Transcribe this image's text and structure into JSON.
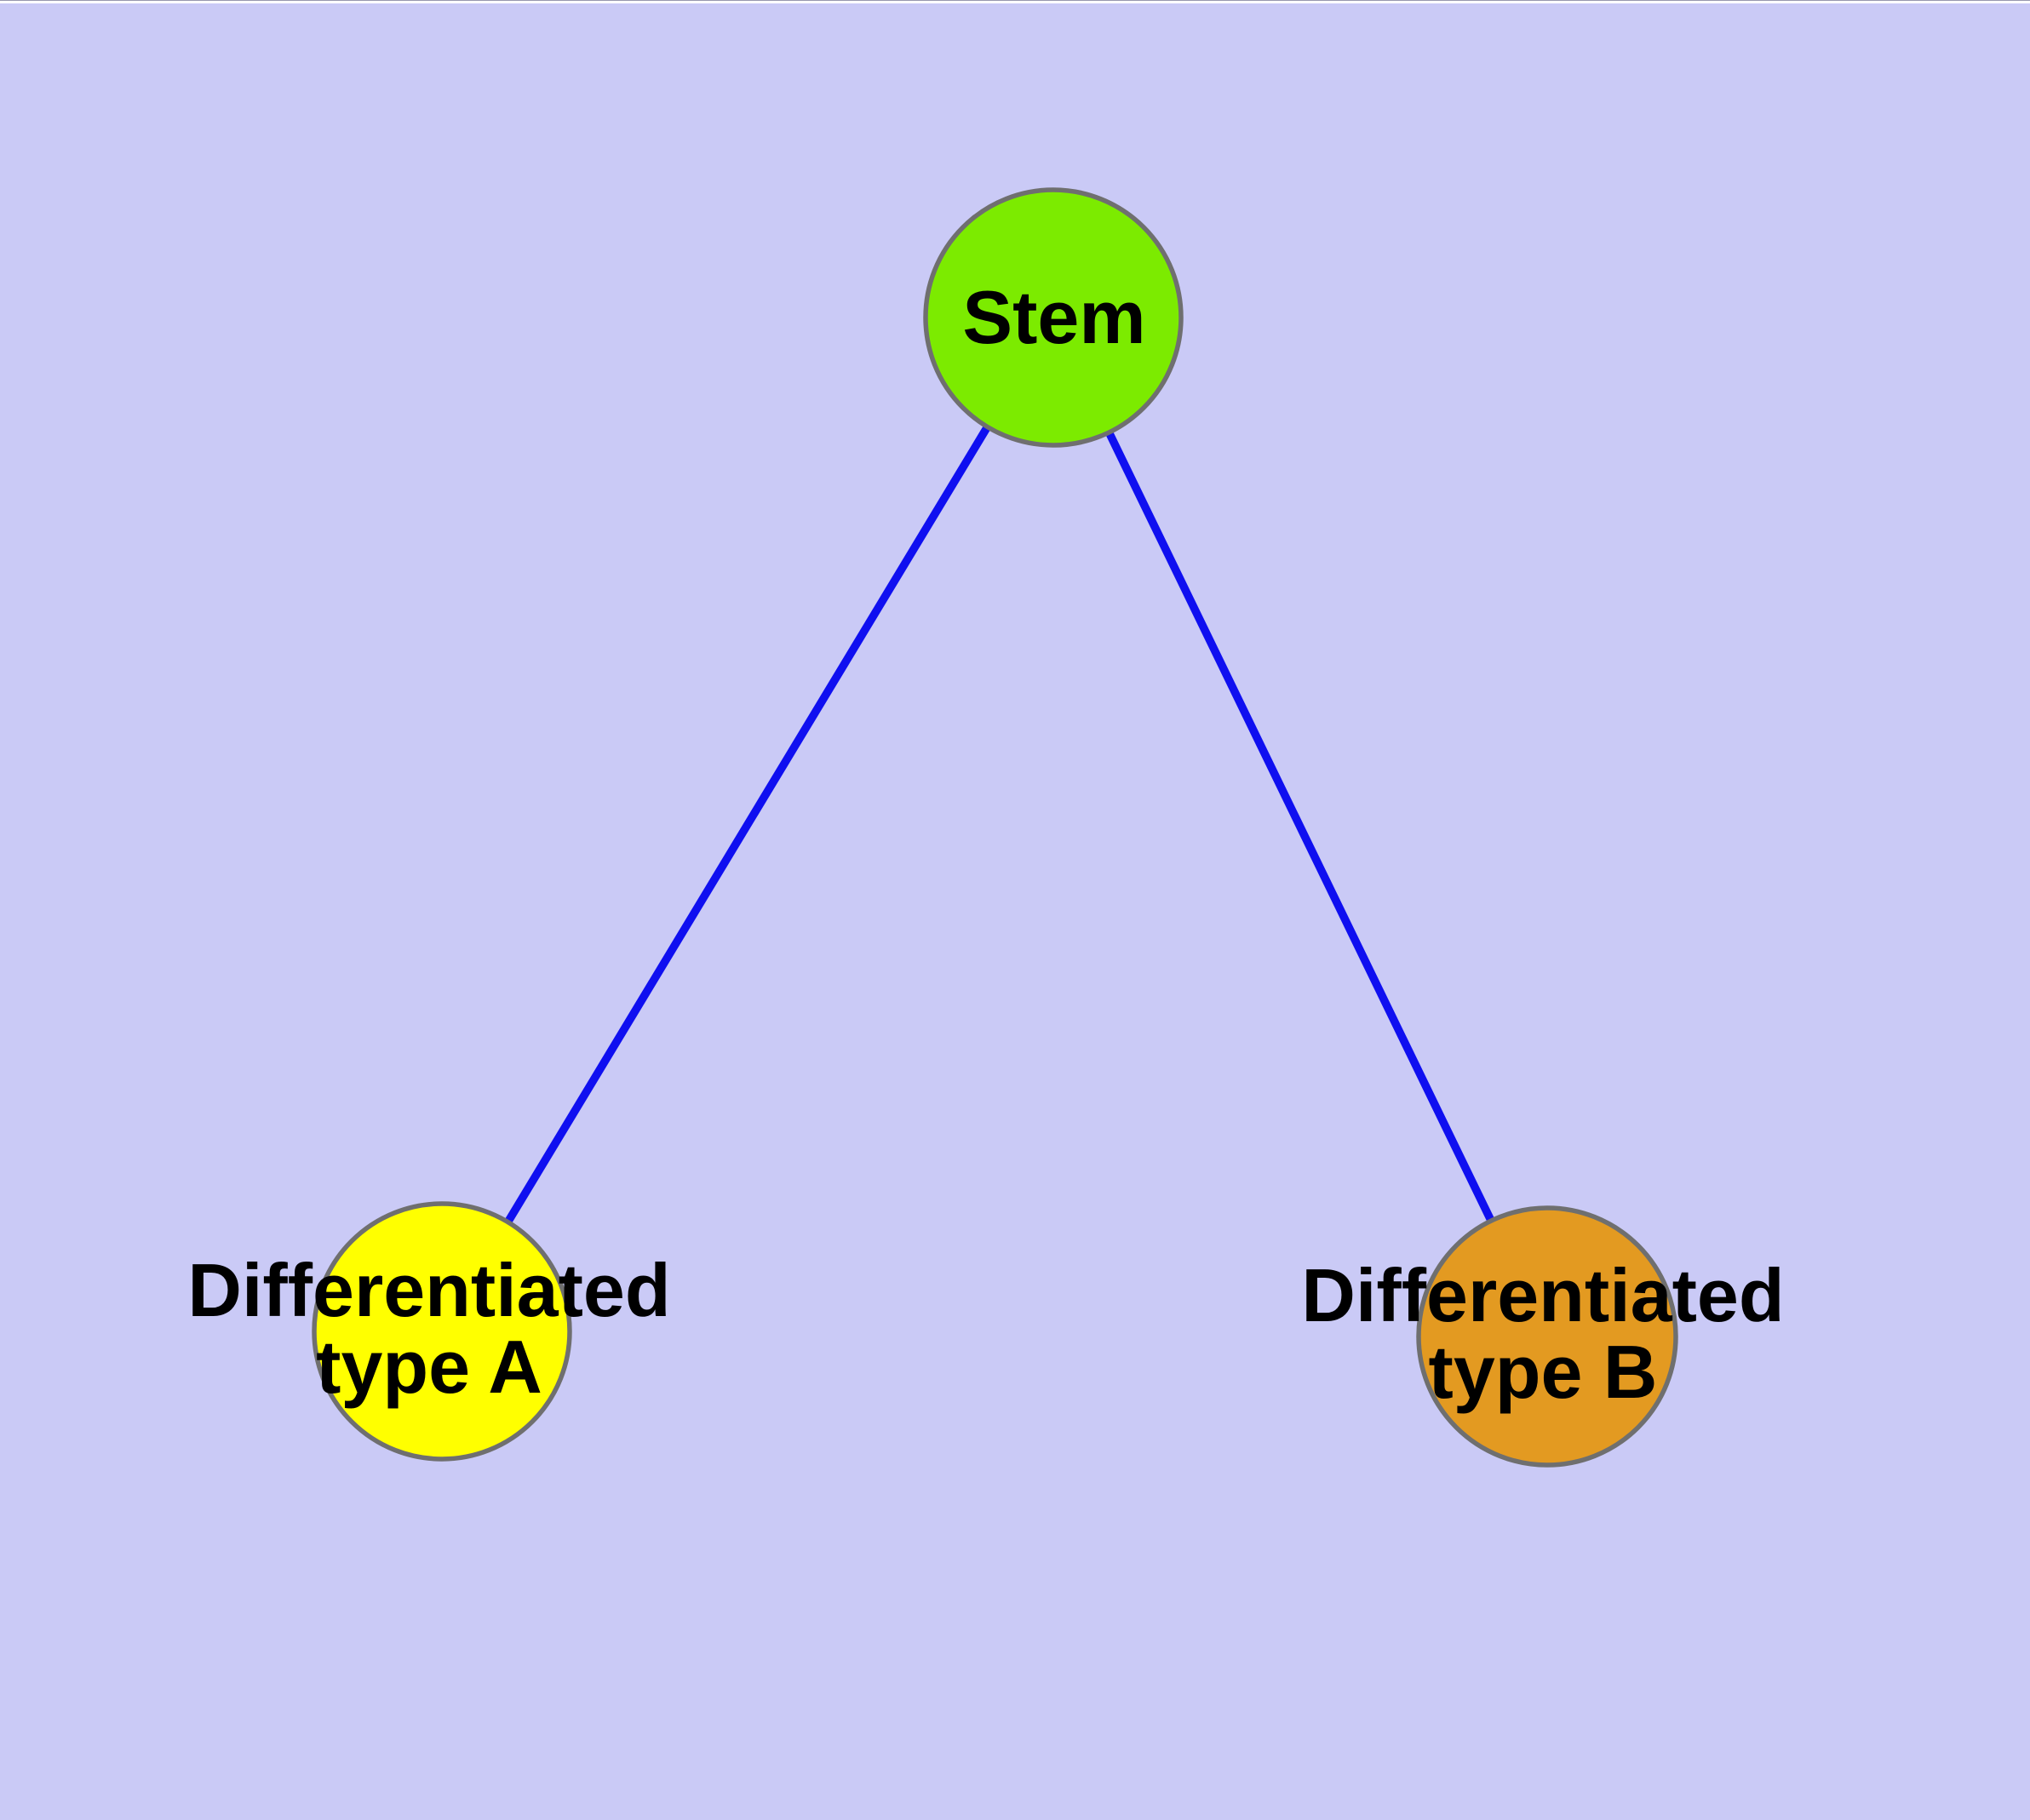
{
  "diagram": {
    "colors": {
      "background": "#CACAF6",
      "edge": "#0F0FF0",
      "node_border": "#6F6F6F",
      "label_text": "#000000",
      "top_hairline": "#9797AD",
      "top_strip": "#FFFFFF"
    },
    "nodes": {
      "stem": {
        "label": "Stem",
        "fill": "#7CEB00"
      },
      "type_a": {
        "label_line1": "Differentiated",
        "label_line2": "type A",
        "label_full": "Differentiated type A",
        "fill": "#FFFF00"
      },
      "type_b": {
        "label_line1": "Differentiated",
        "label_line2": "type B",
        "label_full": "Differentiated type B",
        "fill": "#E39A21"
      }
    },
    "edges": [
      {
        "from": "Stem",
        "to": "Differentiated type A"
      },
      {
        "from": "Stem",
        "to": "Differentiated type B"
      }
    ]
  }
}
